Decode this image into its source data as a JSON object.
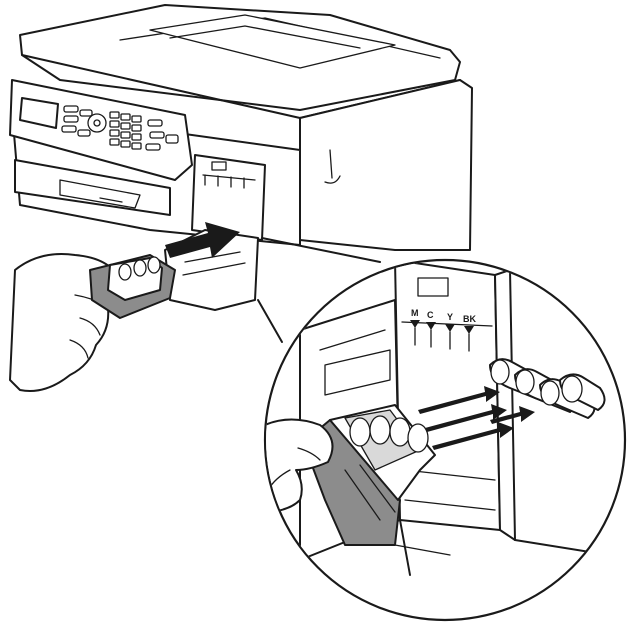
{
  "slot_labels": {
    "magenta": "M",
    "cyan": "C",
    "yellow": "Y",
    "black": "BK"
  },
  "icons": {
    "printer": "printer-icon",
    "hand": "hand-icon",
    "ink_cartridge": "ink-cartridge-icon",
    "insert_arrow": "arrow-right-icon",
    "magnifier": "zoom-callout-icon"
  },
  "colors": {
    "line": "#1a1a1a",
    "cartridge_grey": "#8c8c8c",
    "background": "#ffffff"
  }
}
